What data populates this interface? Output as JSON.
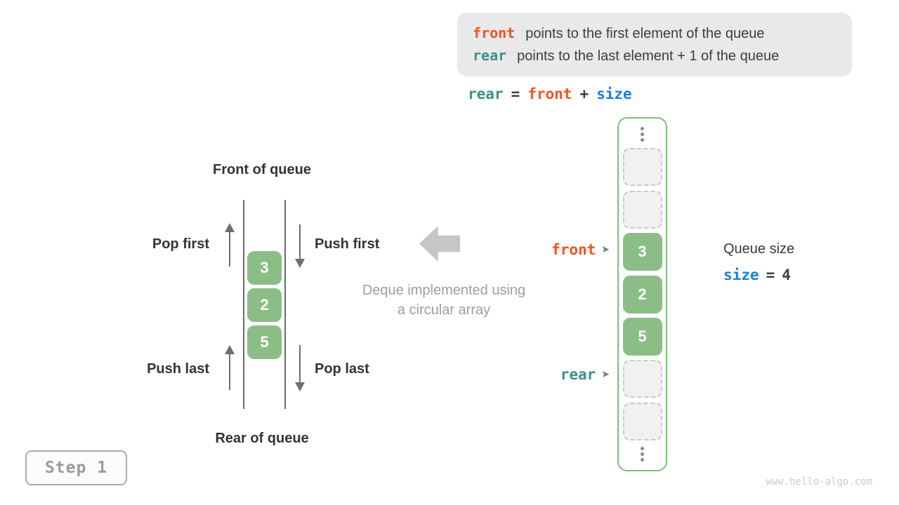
{
  "colors": {
    "front_accent": "#f2541e",
    "rear_accent": "#3a9188",
    "size_accent": "#1c7fd5",
    "cell_green": "#8bbe87",
    "array_border_green": "#7cc17c",
    "legend_bg": "#e9e9e9"
  },
  "legend": {
    "lines": [
      {
        "keyword": "front",
        "text": "points to the first element of the queue"
      },
      {
        "keyword": "rear",
        "text": "points to the last element + 1 of the queue"
      }
    ]
  },
  "formula": {
    "rear": "rear",
    "eq": "=",
    "front": "front",
    "plus": "+",
    "size": "size"
  },
  "left_diagram": {
    "top_label": "Front of queue",
    "bottom_label": "Rear of queue",
    "pop_first": "Pop first",
    "push_first": "Push first",
    "push_last": "Push last",
    "pop_last": "Pop last",
    "cells": [
      "3",
      "2",
      "5"
    ]
  },
  "center": {
    "caption_line1": "Deque implemented using",
    "caption_line2": "a circular array"
  },
  "array": {
    "cells": [
      {
        "value": "",
        "state": "empty"
      },
      {
        "value": "",
        "state": "empty"
      },
      {
        "value": "3",
        "state": "filled"
      },
      {
        "value": "2",
        "state": "filled"
      },
      {
        "value": "5",
        "state": "filled"
      },
      {
        "value": "",
        "state": "empty"
      },
      {
        "value": "",
        "state": "empty"
      }
    ],
    "front_pointer": "front",
    "rear_pointer": "rear",
    "pointer_glyph": "➤"
  },
  "queue_size": {
    "label": "Queue size",
    "var": "size",
    "eq": "=",
    "value": "4"
  },
  "step_badge": "Step 1",
  "watermark": "www.hello-algo.com"
}
